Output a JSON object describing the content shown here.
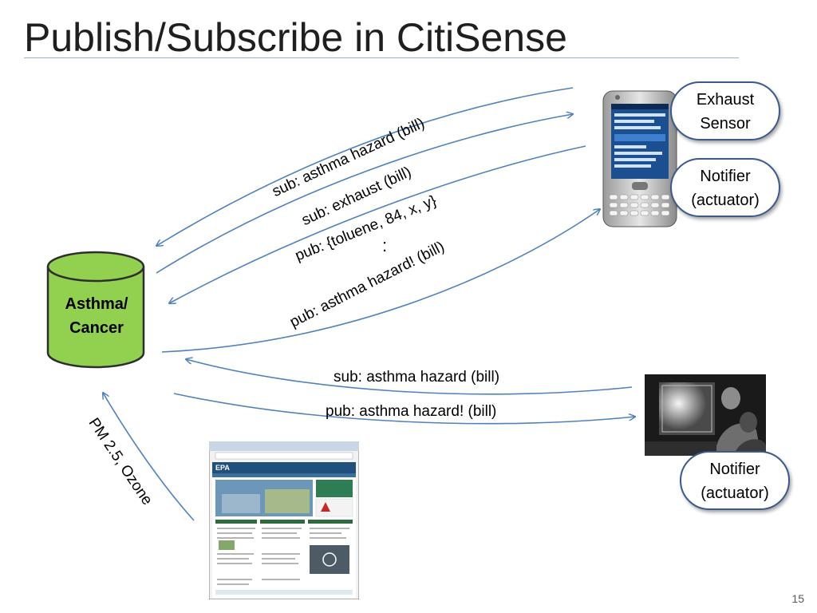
{
  "slide": {
    "title": "Publish/Subscribe in CitiSense",
    "number": "15"
  },
  "database": {
    "label_line1": "Asthma/",
    "label_line2": "Cancer"
  },
  "bubbles": {
    "exhaust_sensor": {
      "line1": "Exhaust",
      "line2": "Sensor"
    },
    "phone_notifier": {
      "line1": "Notifier",
      "line2": "(actuator)"
    },
    "photo_notifier": {
      "line1": "Notifier",
      "line2": "(actuator)"
    }
  },
  "messages": {
    "sub_asthma_phone": "sub: asthma hazard (bill)",
    "sub_exhaust": "sub: exhaust (bill)",
    "pub_toluene": "pub: {toluene, 84, x, y}",
    "ellipsis": ":",
    "pub_asthma_phone": "pub: asthma hazard! (bill)",
    "sub_asthma_photo": "sub: asthma hazard (bill)",
    "pub_asthma_photo": "pub: asthma hazard! (bill)",
    "pm_ozone": "PM 2.5, Ozone"
  },
  "colors": {
    "arrow": "#4f81bd",
    "cylinder_fill": "#92d050",
    "cylinder_stroke": "#2e2e2e",
    "bubble_border": "#3a5a8c",
    "title_rule": "#8eb4e3"
  },
  "images": {
    "phone": "smartphone-image",
    "photo": "lab-photo-image",
    "website": "epa-website-screenshot"
  },
  "browser": {
    "logo": "EPA"
  }
}
